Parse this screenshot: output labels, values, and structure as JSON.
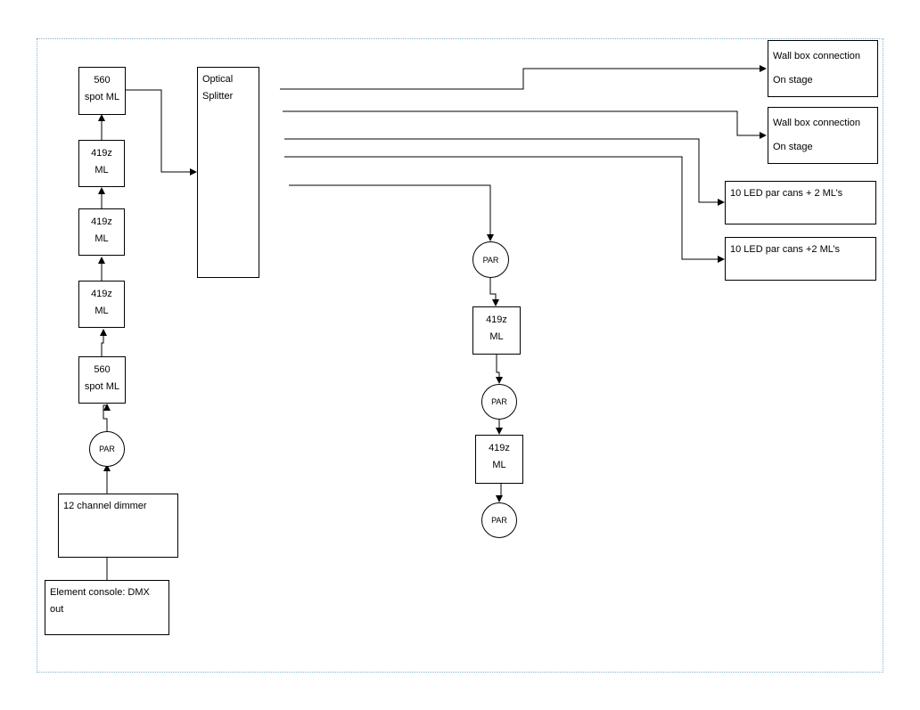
{
  "nodes": {
    "spot_top": [
      "560",
      "spot ML"
    ],
    "ml_1": [
      "419z",
      "ML"
    ],
    "ml_2": [
      "419z",
      "ML"
    ],
    "ml_3": [
      "419z",
      "ML"
    ],
    "spot_bottom": [
      "560",
      "spot ML"
    ],
    "par_left": "PAR",
    "dimmer": "12 channel dimmer",
    "console": [
      "Element console: DMX",
      "out"
    ],
    "splitter": [
      "Optical",
      "Splitter"
    ],
    "wallbox_1": [
      "Wall box connection",
      "On stage"
    ],
    "wallbox_2": [
      "Wall box connection",
      "On stage"
    ],
    "led_1": "10 LED par cans + 2 ML’s",
    "led_2": "10 LED par cans +2 ML’s",
    "par_mid_1": "PAR",
    "ml_mid_1": [
      "419z",
      "ML"
    ],
    "par_mid_2": "PAR",
    "ml_mid_2": [
      "419z",
      "ML"
    ],
    "par_mid_3": "PAR"
  }
}
